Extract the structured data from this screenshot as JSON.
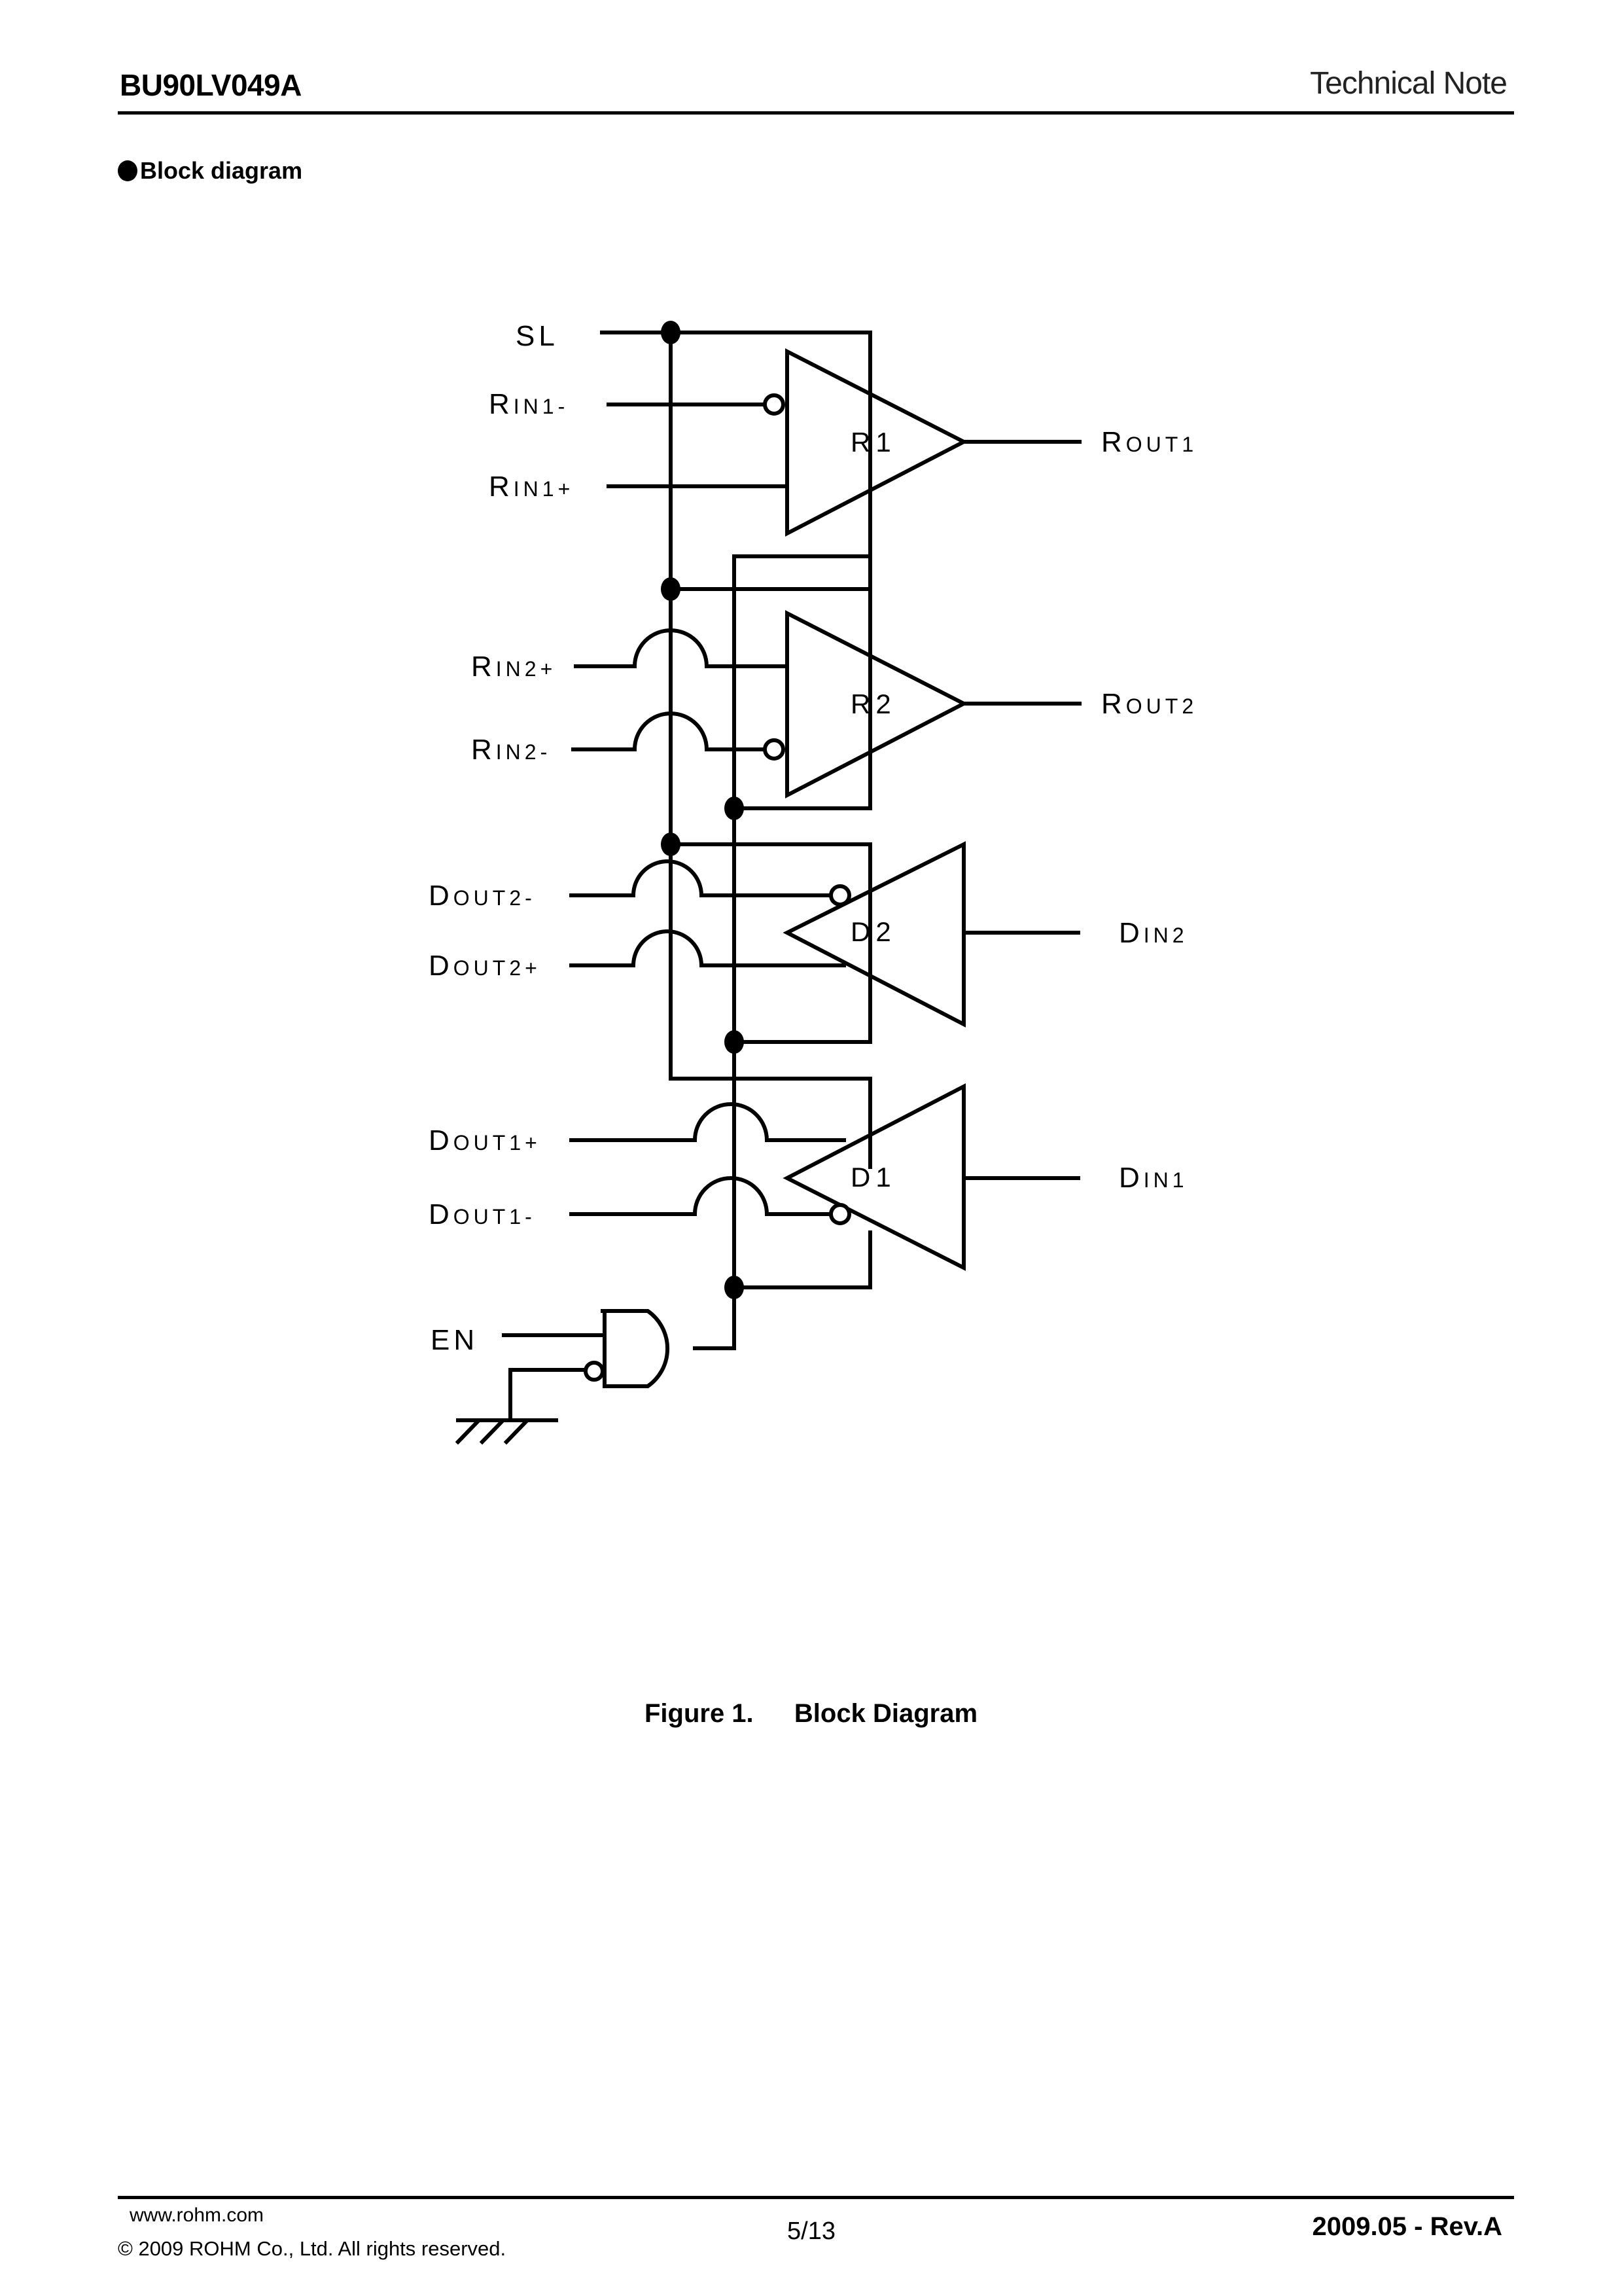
{
  "header": {
    "part_number": "BU90LV049A",
    "doc_type": "Technical Note"
  },
  "section": {
    "bullet_icon": "filled-circle",
    "title": "Block diagram"
  },
  "diagram": {
    "pins": {
      "sl": "SL",
      "rin1_minus": {
        "main": "R",
        "sub": "IN1-"
      },
      "rin1_plus": {
        "main": "R",
        "sub": "IN1+"
      },
      "rin2_plus": {
        "main": "R",
        "sub": "IN2+"
      },
      "rin2_minus": {
        "main": "R",
        "sub": "IN2-"
      },
      "dout2_minus": {
        "main": "D",
        "sub": "OUT2-"
      },
      "dout2_plus": {
        "main": "D",
        "sub": "OUT2+"
      },
      "dout1_plus": {
        "main": "D",
        "sub": "OUT1+"
      },
      "dout1_minus": {
        "main": "D",
        "sub": "OUT1-"
      },
      "en": "EN",
      "rout1": {
        "main": "R",
        "sub": "OUT1"
      },
      "rout2": {
        "main": "R",
        "sub": "OUT2"
      },
      "din2": {
        "main": "D",
        "sub": "IN2"
      },
      "din1": {
        "main": "D",
        "sub": "IN1"
      }
    },
    "blocks": {
      "r1": "R1",
      "r2": "R2",
      "d2": "D2",
      "d1": "D1"
    }
  },
  "caption": {
    "figure": "Figure 1.",
    "title": "Block Diagram"
  },
  "footer": {
    "url": "www.rohm.com",
    "copyright": "© 2009 ROHM Co., Ltd. All rights reserved.",
    "page": "5/13",
    "revision": "2009.05  -  Rev.A"
  }
}
